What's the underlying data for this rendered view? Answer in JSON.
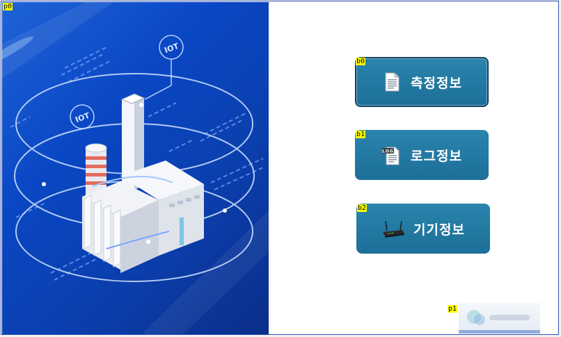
{
  "panels": {
    "left_tag": "p0",
    "right_tag": "p1",
    "illustration_labels": [
      "IOT",
      "IOT"
    ]
  },
  "buttons": [
    {
      "tag": "b0",
      "label": "측정정보",
      "icon": "document-icon"
    },
    {
      "tag": "b1",
      "label": "로그정보",
      "icon": "log-file-icon"
    },
    {
      "tag": "b2",
      "label": "기기정보",
      "icon": "router-icon"
    }
  ],
  "colors": {
    "button": "#1f7299",
    "panel_left": "#0b47c4",
    "tag": "#ffff00"
  }
}
